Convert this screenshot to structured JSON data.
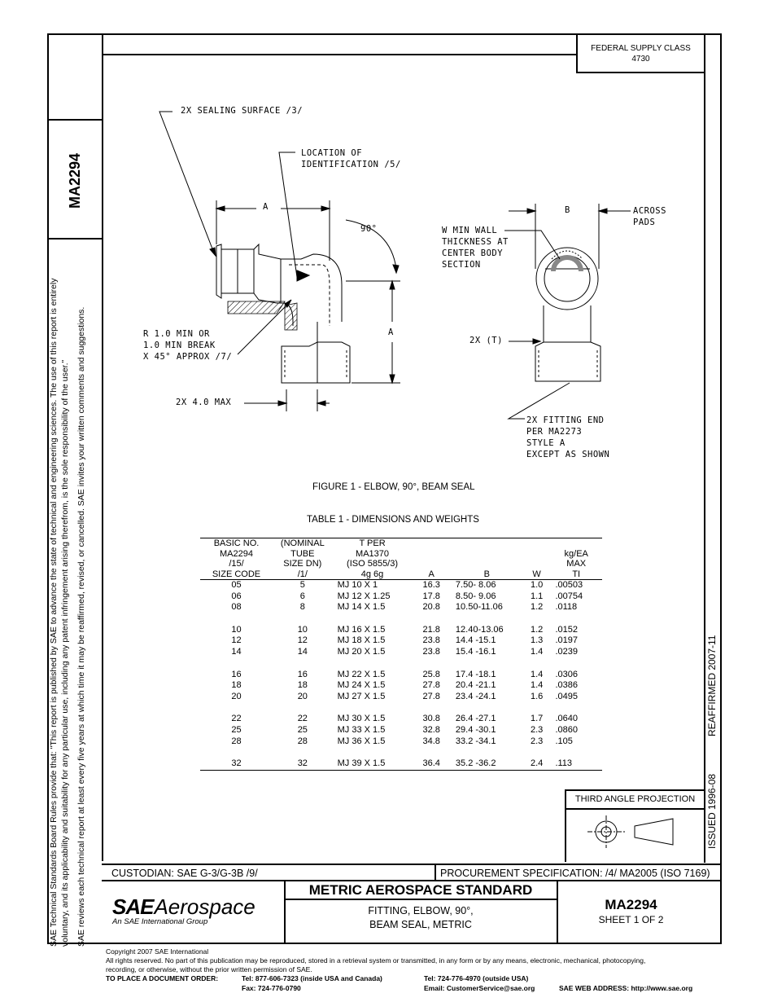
{
  "sidebar": {
    "doc_id": "MA2294",
    "note_line1": "SAE Technical Standards Board Rules provide that: \"This report is published by SAE to advance the state of technical and engineering sciences. The use of this report is entirely",
    "note_line2": "voluntary, and its applicability and suitability for any particular use, including any patent infringement arising therefrom, is the sole responsibility of the user.\"",
    "note_line3": "SAE reviews each technical report at least every five years at which time it may be reaffirmed, revised, or cancelled. SAE invites your written comments and suggestions."
  },
  "header": {
    "fsc_line1": "FEDERAL SUPPLY CLASS",
    "fsc_line2": "4730"
  },
  "right_margin": {
    "reaffirmed": "REAFFIRMED  2007-11",
    "issued": "ISSUED  1996-08"
  },
  "drawing": {
    "sealing_surface": "2X SEALING SURFACE /3/",
    "location_id_1": "LOCATION OF",
    "location_id_2": "IDENTIFICATION /5/",
    "dim_a_top": "A",
    "angle": "90°",
    "dim_a_side": "A",
    "radius_1": "R 1.0 MIN OR",
    "radius_2": "1.0 MIN BREAK",
    "radius_3": "X 45° APPROX /7/",
    "max_len": "2X 4.0 MAX",
    "dim_b": "B",
    "across_1": "ACROSS",
    "across_2": "PADS",
    "wall_1": "W MIN WALL",
    "wall_2": "THICKNESS AT",
    "wall_3": "CENTER BODY",
    "wall_4": "SECTION",
    "t_label": "2X (T)",
    "fitting_1": "2X FITTING END",
    "fitting_2": "PER MA2273",
    "fitting_3": "STYLE A",
    "fitting_4": "EXCEPT AS SHOWN"
  },
  "figure_caption": "FIGURE 1 - ELBOW, 90°, BEAM SEAL",
  "table_caption": "TABLE 1 - DIMENSIONS AND WEIGHTS",
  "table": {
    "headers": {
      "basic": [
        "BASIC NO.",
        "MA2294",
        "/15/",
        "SIZE CODE"
      ],
      "nominal": [
        "(NOMINAL",
        "TUBE",
        "SIZE DN)",
        "/1/"
      ],
      "t": [
        "T PER",
        "MA1370",
        "(ISO 5855/3)",
        "4g 6g"
      ],
      "a": "A",
      "b": "B",
      "w": "W",
      "ti": [
        "kg/EA",
        "MAX",
        "TI"
      ]
    },
    "rows": [
      [
        "05",
        "5",
        "MJ 10 X 1",
        "16.3",
        "7.50-  8.06",
        "1.0",
        ".00503"
      ],
      [
        "06",
        "6",
        "MJ 12 X 1.25",
        "17.8",
        "8.50-  9.06",
        "1.1",
        ".00754"
      ],
      [
        "08",
        "8",
        "MJ 14 X 1.5",
        "20.8",
        "10.50-11.06",
        "1.2",
        ".0118"
      ],
      null,
      [
        "10",
        "10",
        "MJ 16 X 1.5",
        "21.8",
        "12.40-13.06",
        "1.2",
        ".0152"
      ],
      [
        "12",
        "12",
        "MJ 18 X 1.5",
        "23.8",
        "14.4  -15.1",
        "1.3",
        ".0197"
      ],
      [
        "14",
        "14",
        "MJ 20 X 1.5",
        "23.8",
        "15.4  -16.1",
        "1.4",
        ".0239"
      ],
      null,
      [
        "16",
        "16",
        "MJ 22 X 1.5",
        "25.8",
        "17.4  -18.1",
        "1.4",
        ".0306"
      ],
      [
        "18",
        "18",
        "MJ 24 X 1.5",
        "27.8",
        "20.4  -21.1",
        "1.4",
        ".0386"
      ],
      [
        "20",
        "20",
        "MJ 27 X 1.5",
        "27.8",
        "23.4  -24.1",
        "1.6",
        ".0495"
      ],
      null,
      [
        "22",
        "22",
        "MJ 30 X 1.5",
        "30.8",
        "26.4  -27.1",
        "1.7",
        ".0640"
      ],
      [
        "25",
        "25",
        "MJ 33 X 1.5",
        "32.8",
        "29.4  -30.1",
        "2.3",
        ".0860"
      ],
      [
        "28",
        "28",
        "MJ 36 X 1.5",
        "34.8",
        "33.2  -34.1",
        "2.3",
        ".105"
      ],
      null,
      [
        "32",
        "32",
        "MJ 39 X 1.5",
        "36.4",
        "35.2  -36.2",
        "2.4",
        ".113"
      ]
    ]
  },
  "projection_label": "THIRD ANGLE PROJECTION",
  "custodian": "CUSTODIAN:  SAE G-3/G-3B /9/",
  "procurement": "PROCUREMENT SPECIFICATION:  /4/ MA2005 (ISO 7169)",
  "title_block": {
    "logo_sae": "SAE",
    "logo_aero": "Aerospace",
    "logo_sub": "An SAE International Group",
    "standard": "METRIC AEROSPACE STANDARD",
    "part_line1": "FITTING, ELBOW, 90°,",
    "part_line2": "BEAM SEAL, METRIC",
    "doc_number": "MA2294",
    "sheet": "SHEET 1 OF 2"
  },
  "footer": {
    "copyright": "Copyright 2007 SAE International",
    "rights_1": "All rights reserved. No part of this publication may be reproduced, stored in a retrieval system or transmitted, in any form or by any means, electronic, mechanical, photocopying,",
    "rights_2": "recording, or otherwise, without the prior written permission of SAE.",
    "order_label": "TO PLACE A DOCUMENT ORDER:",
    "tel_us": "Tel: 877-606-7323 (inside USA and Canada)",
    "tel_intl": "Tel: 724-776-4970 (outside USA)",
    "fax": "Fax: 724-776-0790",
    "email": "Email:  CustomerService@sae.org",
    "web": "SAE WEB ADDRESS: http://www.sae.org"
  }
}
